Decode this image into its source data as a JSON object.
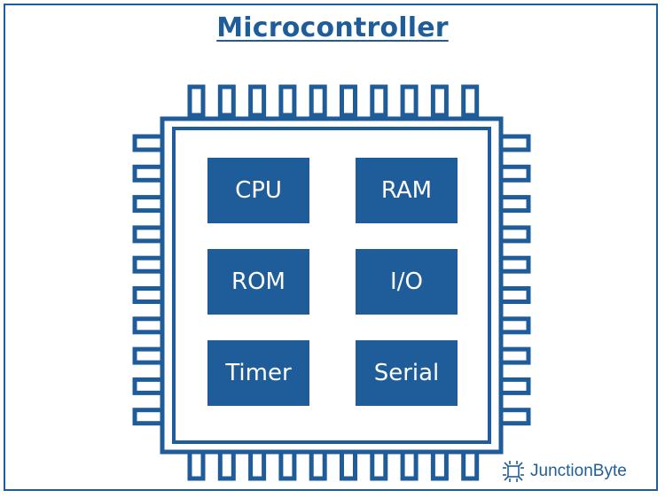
{
  "title": "Microcontroller",
  "colors": {
    "primary": "#1f5d9a",
    "background": "#ffffff"
  },
  "blocks": [
    {
      "label": "CPU"
    },
    {
      "label": "RAM"
    },
    {
      "label": "ROM"
    },
    {
      "label": "I/O"
    },
    {
      "label": "Timer"
    },
    {
      "label": "Serial"
    }
  ],
  "pins": {
    "per_side": 10
  },
  "brand": {
    "name": "JunctionByte",
    "icon": "chip-logo-icon"
  }
}
